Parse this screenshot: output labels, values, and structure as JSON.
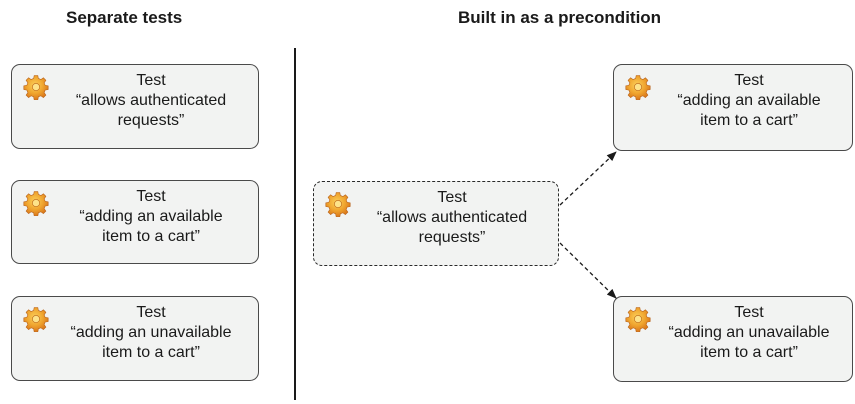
{
  "headings": {
    "left": "Separate tests",
    "right": "Built in as a precondition"
  },
  "left_boxes": [
    {
      "title": "Test",
      "line1": "“allows authenticated",
      "line2": "requests”"
    },
    {
      "title": "Test",
      "line1": "“adding an available",
      "line2": "item to a cart”"
    },
    {
      "title": "Test",
      "line1": "“adding an unavailable",
      "line2": "item to a cart”"
    }
  ],
  "precondition_box": {
    "title": "Test",
    "line1": "“allows authenticated",
    "line2": "requests”"
  },
  "right_boxes": [
    {
      "title": "Test",
      "line1": "“adding an available",
      "line2": "item to a cart”"
    },
    {
      "title": "Test",
      "line1": "“adding an unavailable",
      "line2": "item to a cart”"
    }
  ],
  "icon": "gear-icon",
  "colors": {
    "box_fill": "#f2f3f2",
    "box_border": "#4a4a4a",
    "gear_outer": "#e8902a",
    "gear_inner": "#f7c24a"
  }
}
